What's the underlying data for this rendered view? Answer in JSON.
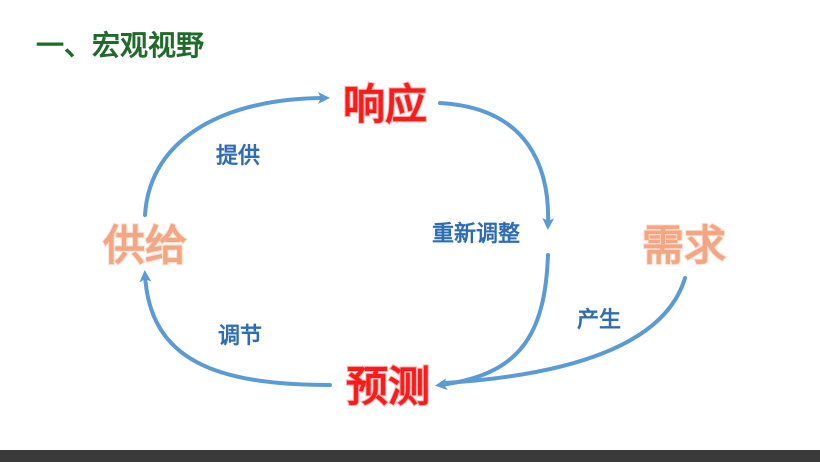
{
  "title": "一、宏观视野",
  "colors": {
    "title": "#1f6b2a",
    "arrow": "#5b9bd5",
    "node_red": "#ff1a1a",
    "node_orange": "#f4a582",
    "label_blue": "#2f6db3"
  },
  "nodes": {
    "response": "响应",
    "forecast": "预测",
    "supply": "供给",
    "demand": "需求"
  },
  "edges": {
    "provide": "提供",
    "readjust": "重新调整",
    "adjust": "调节",
    "generate": "产生"
  }
}
